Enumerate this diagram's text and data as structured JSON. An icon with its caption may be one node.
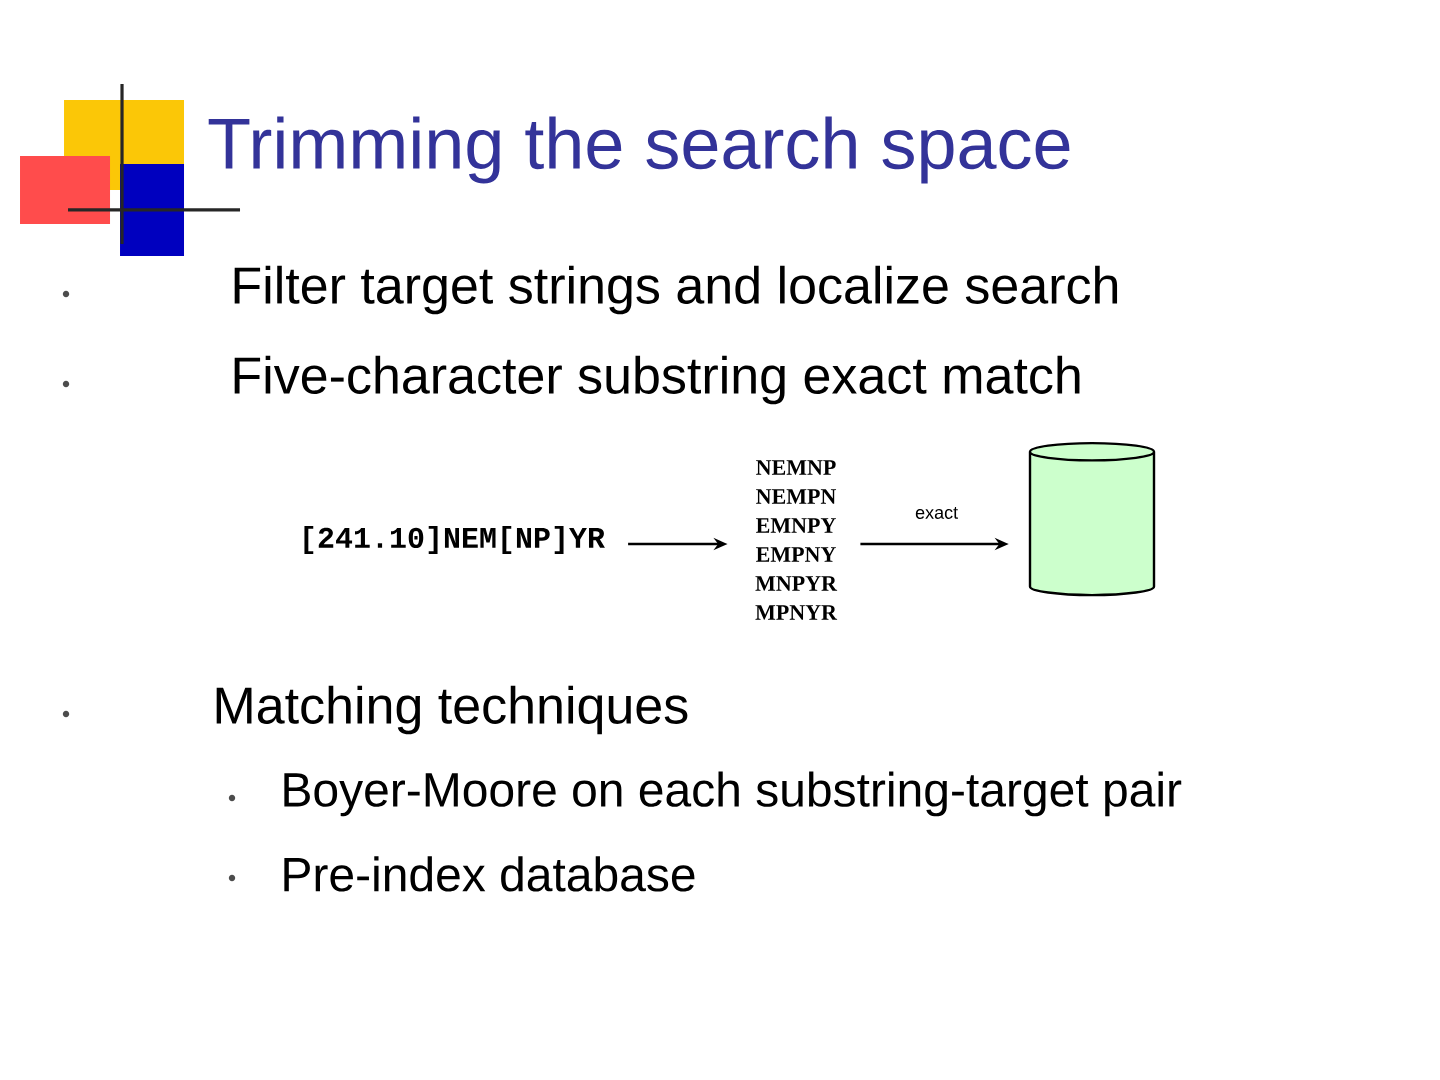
{
  "diagram": {
    "title": "Trimming the search space",
    "nodes": [
      {
        "text": [
          "[241.10]NEM[NP]YR"
        ]
      },
      {
        "text": [
          "NEMNP NEMPN EMNPY EMPNY MNPYR MPNYR"
        ]
      },
      {
        "text": [],
        "shape": "cylinder"
      }
    ],
    "edges": [
      {
        "from": 0,
        "to": 1,
        "arrow": "to"
      },
      {
        "from": 1,
        "to": 2,
        "arrow": "to",
        "label": "exact"
      }
    ],
    "labels": [
      "Filter target strings and localize search",
      "Five-character substring exact match",
      "Matching techniques",
      "Boyer-Moore on each substring-target pair",
      "Pre-index database"
    ]
  }
}
